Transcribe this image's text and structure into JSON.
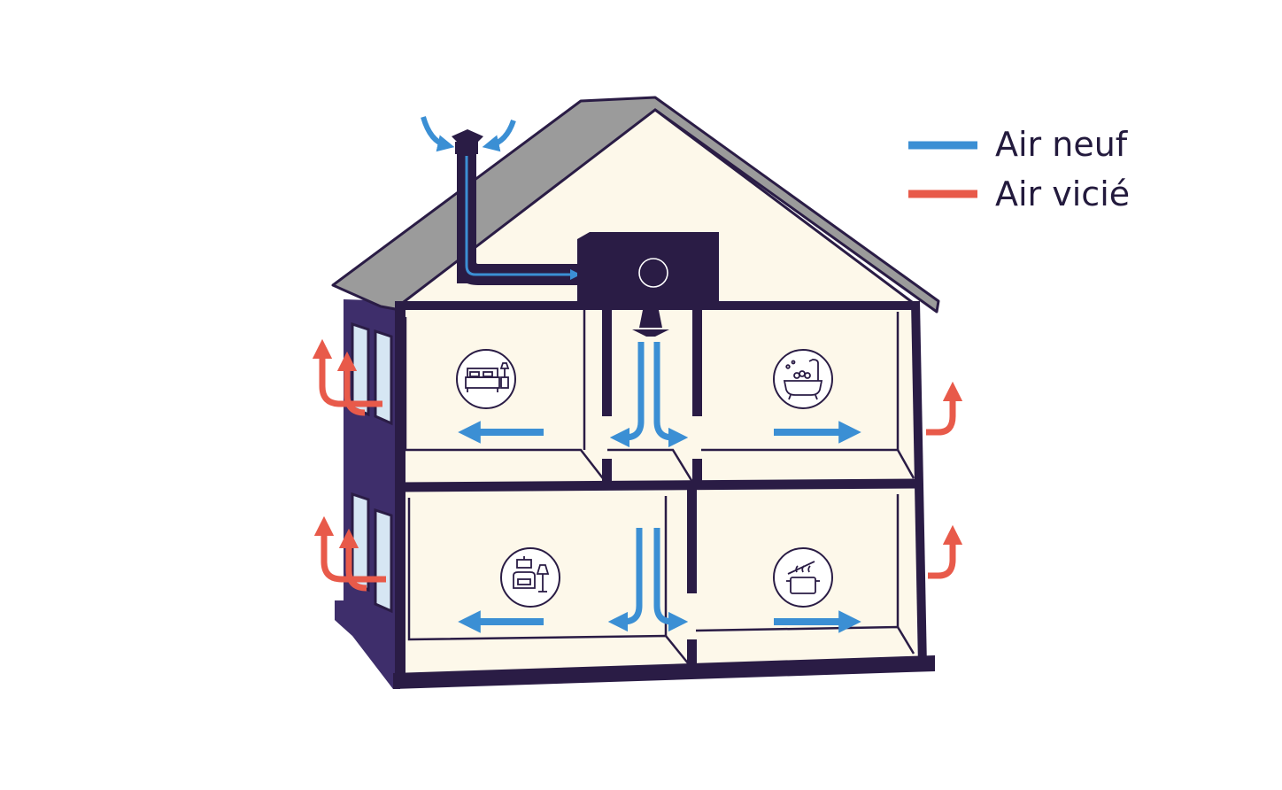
{
  "colors": {
    "fresh_air": "#3b8fd4",
    "stale_air": "#e85a4a",
    "structure": "#2a1c45",
    "facade": "#3e2e6b",
    "interior": "#fdf8ea",
    "roof": "#9b9b9b",
    "window": "#d6e6f3"
  },
  "legend": {
    "items": [
      {
        "label": "Air neuf",
        "color_key": "fresh_air"
      },
      {
        "label": "Air vicié",
        "color_key": "stale_air"
      }
    ]
  },
  "rooms": [
    {
      "id": "bedroom",
      "icon": "bed-icon",
      "airflow": "fresh_air"
    },
    {
      "id": "bathroom",
      "icon": "bathtub-icon",
      "airflow": "stale_air"
    },
    {
      "id": "living-room",
      "icon": "armchair-lamp-icon",
      "airflow": "fresh_air"
    },
    {
      "id": "kitchen",
      "icon": "cooking-pot-icon",
      "airflow": "stale_air"
    }
  ]
}
